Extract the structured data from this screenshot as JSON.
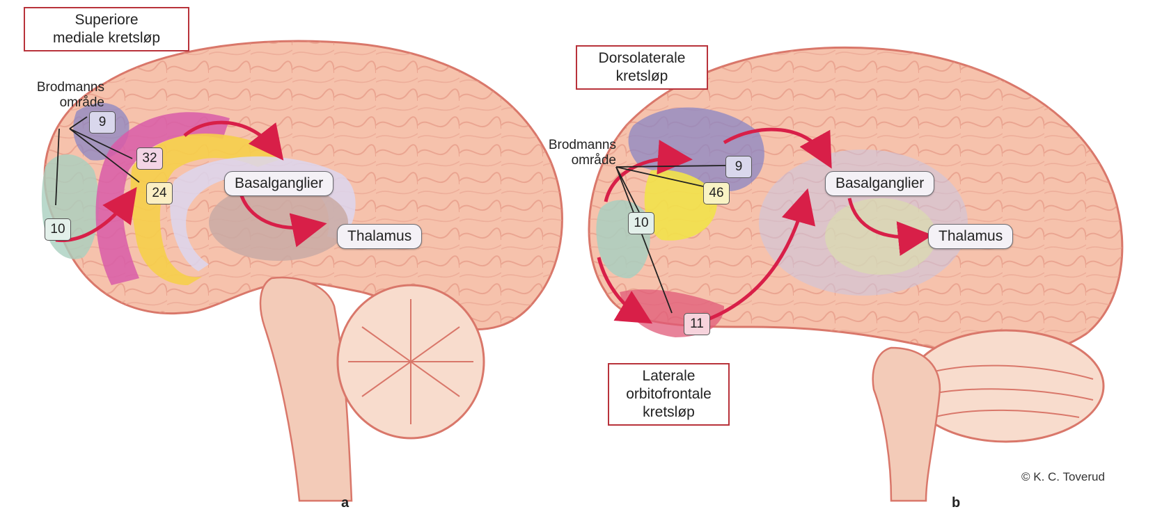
{
  "panel_a": {
    "circuit_title": "Superiore\nmediale kretsløp",
    "brodmann_label": "Brodmanns\nområde",
    "areas": [
      "9",
      "32",
      "24",
      "10"
    ],
    "basal_label": "Basalganglier",
    "thalamus_label": "Thalamus",
    "panel_letter": "a"
  },
  "panel_b": {
    "circuit_title": "Dorsolaterale\nkretsløp",
    "circuit_title_2": "Laterale\norbitofrontale\nkretsløp",
    "brodmann_label": "Brodmanns\nområde",
    "areas": [
      "9",
      "46",
      "10",
      "11"
    ],
    "basal_label": "Basalganglier",
    "thalamus_label": "Thalamus",
    "panel_letter": "b"
  },
  "copyright": "© K. C. Toverud",
  "colors": {
    "brain_fill": "#f6c2ac",
    "brain_outline": "#d9776a",
    "arrow": "#d81f48",
    "title_border": "#b8323a",
    "area_9": "#8a86c4",
    "area_32": "#d85ca8",
    "area_24": "#f6cf4a",
    "area_10": "#a9cfbf",
    "area_46": "#f2e24a",
    "area_11": "#e05a78",
    "basal_ganglia": "#c8c6e4",
    "thalamus": "#c9aaa5"
  }
}
